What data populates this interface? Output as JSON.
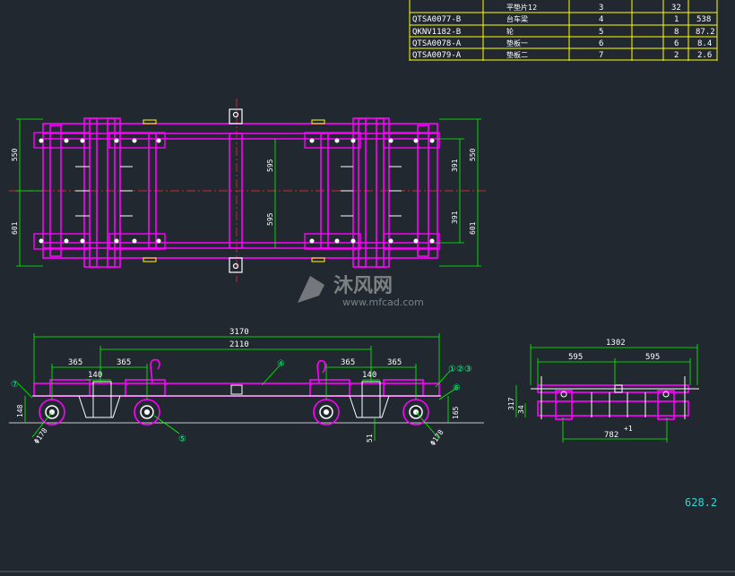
{
  "bom": {
    "rows": [
      {
        "code": "",
        "name": "平垫片12",
        "seq": "3",
        "qty": "32",
        "weight": ""
      },
      {
        "code": "QTSA0077-B",
        "name": "台车梁",
        "seq": "4",
        "qty": "1",
        "weight": "538"
      },
      {
        "code": "QKNV1182-B",
        "name": "轮",
        "seq": "5",
        "qty": "8",
        "weight": "87.2"
      },
      {
        "code": "QTSA0078-A",
        "name": "垫板一",
        "seq": "6",
        "qty": "6",
        "weight": "8.4"
      },
      {
        "code": "QTSA0079-A",
        "name": "垫板二",
        "seq": "7",
        "qty": "2",
        "weight": "2.6"
      }
    ]
  },
  "top_view": {
    "dims": {
      "left_upper": "550",
      "left_lower": "601",
      "center_upper": "595",
      "center_lower": "595",
      "right_inner_upper": "391",
      "right_inner_lower": "391",
      "right_upper": "550",
      "right_lower": "601"
    }
  },
  "side_view": {
    "dims": {
      "overall": "3170",
      "inner": "2110",
      "left_span": "365",
      "left_span2": "365",
      "left_small": "140",
      "right_span": "365",
      "right_span2": "365",
      "right_small": "140",
      "height_left": "148",
      "height_right": "165",
      "bottom": "51",
      "wheel_left": "Φ178",
      "wheel_right": "Φ178"
    },
    "balloons": [
      "⑦",
      "⑤",
      "④",
      "①②③",
      "⑥"
    ]
  },
  "end_view": {
    "dims": {
      "overall": "1302",
      "left": "595",
      "right": "595",
      "bottom": "782",
      "bottom_sup": "+1",
      "height": "317",
      "height2": "34"
    }
  },
  "total_weight": "628.2",
  "watermark": {
    "cn": "沐风网",
    "en": "www.mfcad.com"
  },
  "colors": {
    "background": "#212830",
    "magenta": "#ff00ff",
    "green": "#00ff00",
    "yellow": "#ffff00",
    "white": "#ffffff",
    "cyan": "#2fd6d6",
    "red": "#ff3030"
  }
}
